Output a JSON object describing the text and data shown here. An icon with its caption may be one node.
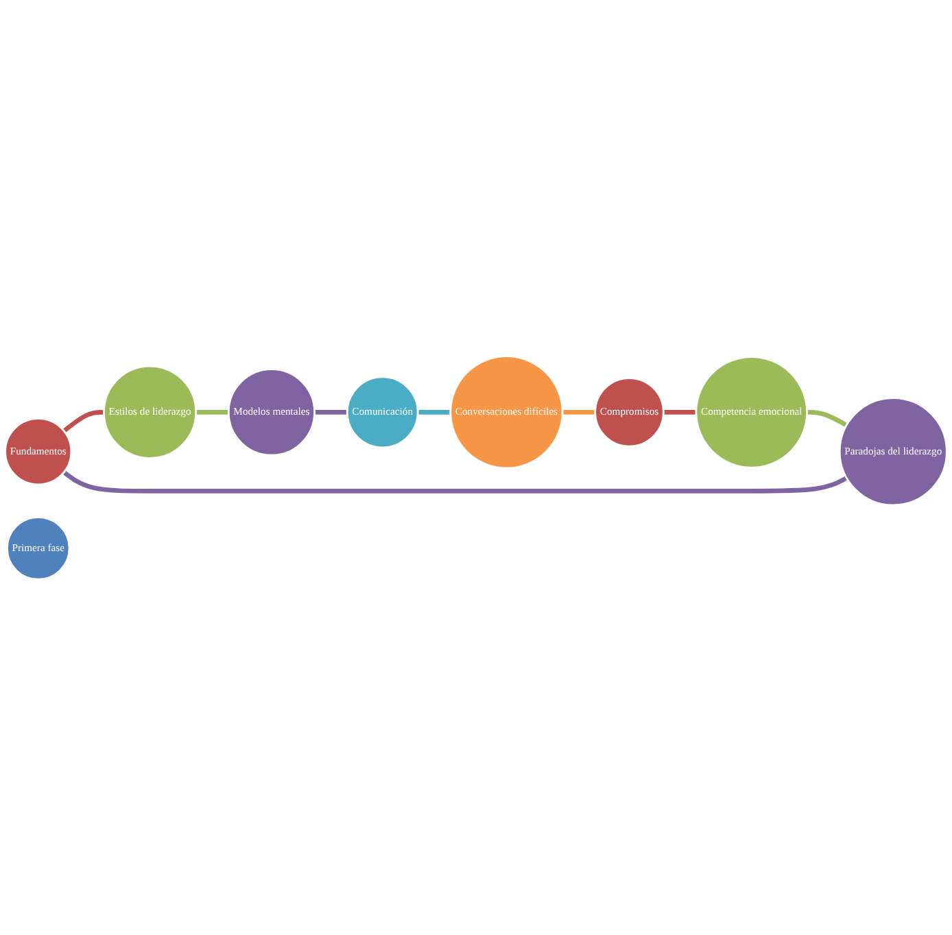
{
  "diagram": {
    "nodes": [
      {
        "text": [
          "Fundamentos"
        ]
      },
      {
        "text": [
          "Estilos de liderazgo"
        ]
      },
      {
        "text": [
          "Modelos mentales"
        ]
      },
      {
        "text": [
          "Comunicación"
        ]
      },
      {
        "text": [
          "Conversaciones difíciles"
        ]
      },
      {
        "text": [
          "Compromisos"
        ]
      },
      {
        "text": [
          "Competencia emocional"
        ]
      },
      {
        "text": [
          "Paradojas del liderazgo"
        ]
      },
      {
        "text": [
          "Primera fase"
        ]
      }
    ],
    "edges": [
      {
        "from": 0,
        "to": 1,
        "arrow": "none",
        "color": "#c0504d"
      },
      {
        "from": 1,
        "to": 2,
        "arrow": "none",
        "color": "#9bbb59"
      },
      {
        "from": 2,
        "to": 3,
        "arrow": "none",
        "color": "#8064a2"
      },
      {
        "from": 3,
        "to": 4,
        "arrow": "none",
        "color": "#4bacc6"
      },
      {
        "from": 4,
        "to": 5,
        "arrow": "none",
        "color": "#f79646"
      },
      {
        "from": 5,
        "to": 6,
        "arrow": "none",
        "color": "#c0504d"
      },
      {
        "from": 6,
        "to": 7,
        "arrow": "none",
        "color": "#9bbb59"
      },
      {
        "from": 7,
        "to": 0,
        "arrow": "none",
        "color": "#8064a2"
      }
    ]
  }
}
